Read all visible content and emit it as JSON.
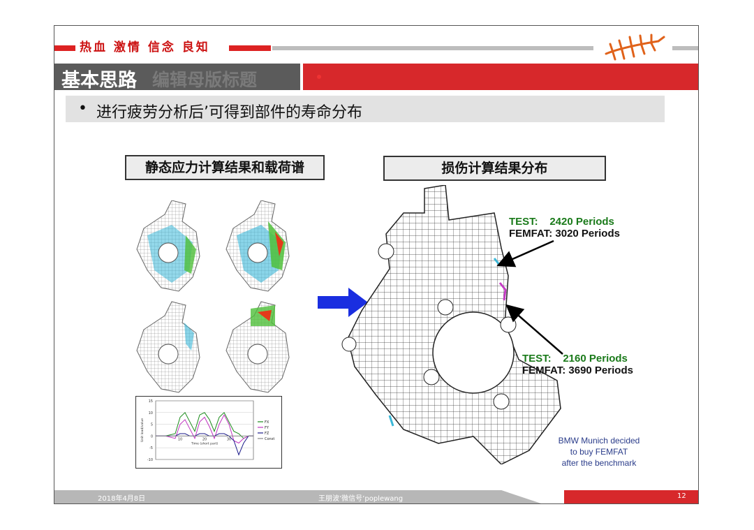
{
  "slogan": "热血 激情 信念 良知",
  "title": {
    "main": "基本思路",
    "ghost": "编辑母版标题"
  },
  "bullet": {
    "marker": "•",
    "text": "进行疲劳分析后’可得到部件的寿命分布"
  },
  "captions": {
    "left": "静态应力计算结果和载荷谱",
    "right": "损伤计算结果分布"
  },
  "annotations": {
    "top": {
      "test_label": "TEST:",
      "test_value": "2420 Periods",
      "femfat_label": "FEMFAT:",
      "femfat_value": "3020 Periods"
    },
    "bottom": {
      "test_label": "TEST:",
      "test_value": "2160 Periods",
      "femfat_label": "FEMFAT:",
      "femfat_value": "3690 Periods"
    }
  },
  "bmw_note": [
    "BMW Munich decided",
    "to buy FEMFAT",
    "after the benchmark"
  ],
  "footer": {
    "date": "2018年4月8日",
    "author": "王朋波’微信号’poplewang",
    "page": "12"
  },
  "chart_data": {
    "type": "line",
    "title": "",
    "xlabel": "Time (short part)",
    "ylabel": "Unit load/value",
    "ylim": [
      -10,
      15
    ],
    "xlim": [
      0,
      40
    ],
    "y_ticks": [
      "15",
      "10",
      "5",
      "0",
      "-5",
      "-10"
    ],
    "x_ticks": [
      "10",
      "20",
      "30"
    ],
    "legend": [
      "FX",
      "FY",
      "FZ",
      "Const"
    ],
    "legend_position": "right",
    "series": [
      {
        "name": "FX",
        "color": "#1a8a1a",
        "x": [
          0,
          4,
          8,
          10,
          12,
          14,
          16,
          18,
          20,
          22,
          24,
          26,
          28,
          30,
          32,
          34,
          36,
          38,
          40
        ],
        "values": [
          0,
          0,
          1,
          8,
          10,
          6,
          2,
          9,
          10,
          7,
          2,
          8,
          10,
          6,
          2,
          1,
          -1,
          0,
          0
        ]
      },
      {
        "name": "FY",
        "color": "#c033c0",
        "x": [
          0,
          4,
          8,
          10,
          12,
          14,
          16,
          18,
          20,
          22,
          24,
          26,
          28,
          30,
          32,
          34,
          36,
          38,
          40
        ],
        "values": [
          0,
          0,
          -1,
          5,
          7,
          3,
          -1,
          6,
          8,
          4,
          -1,
          5,
          9,
          5,
          -2,
          -3,
          -1,
          0,
          0
        ]
      },
      {
        "name": "FZ",
        "color": "#1a1a8a",
        "x": [
          0,
          4,
          8,
          10,
          12,
          14,
          16,
          18,
          20,
          22,
          24,
          26,
          28,
          30,
          32,
          34,
          36,
          38,
          40
        ],
        "values": [
          0,
          0,
          0,
          1,
          1,
          0,
          0,
          1,
          1,
          0,
          0,
          1,
          1,
          0,
          -2,
          -8,
          -3,
          0,
          0
        ]
      },
      {
        "name": "Const",
        "color": "#888888",
        "x": [
          0,
          40
        ],
        "values": [
          0,
          0
        ]
      }
    ]
  },
  "colors": {
    "accent_red": "#d7282b",
    "title_dark": "#5b5b5b",
    "arrow_blue": "#1a2ee0"
  }
}
